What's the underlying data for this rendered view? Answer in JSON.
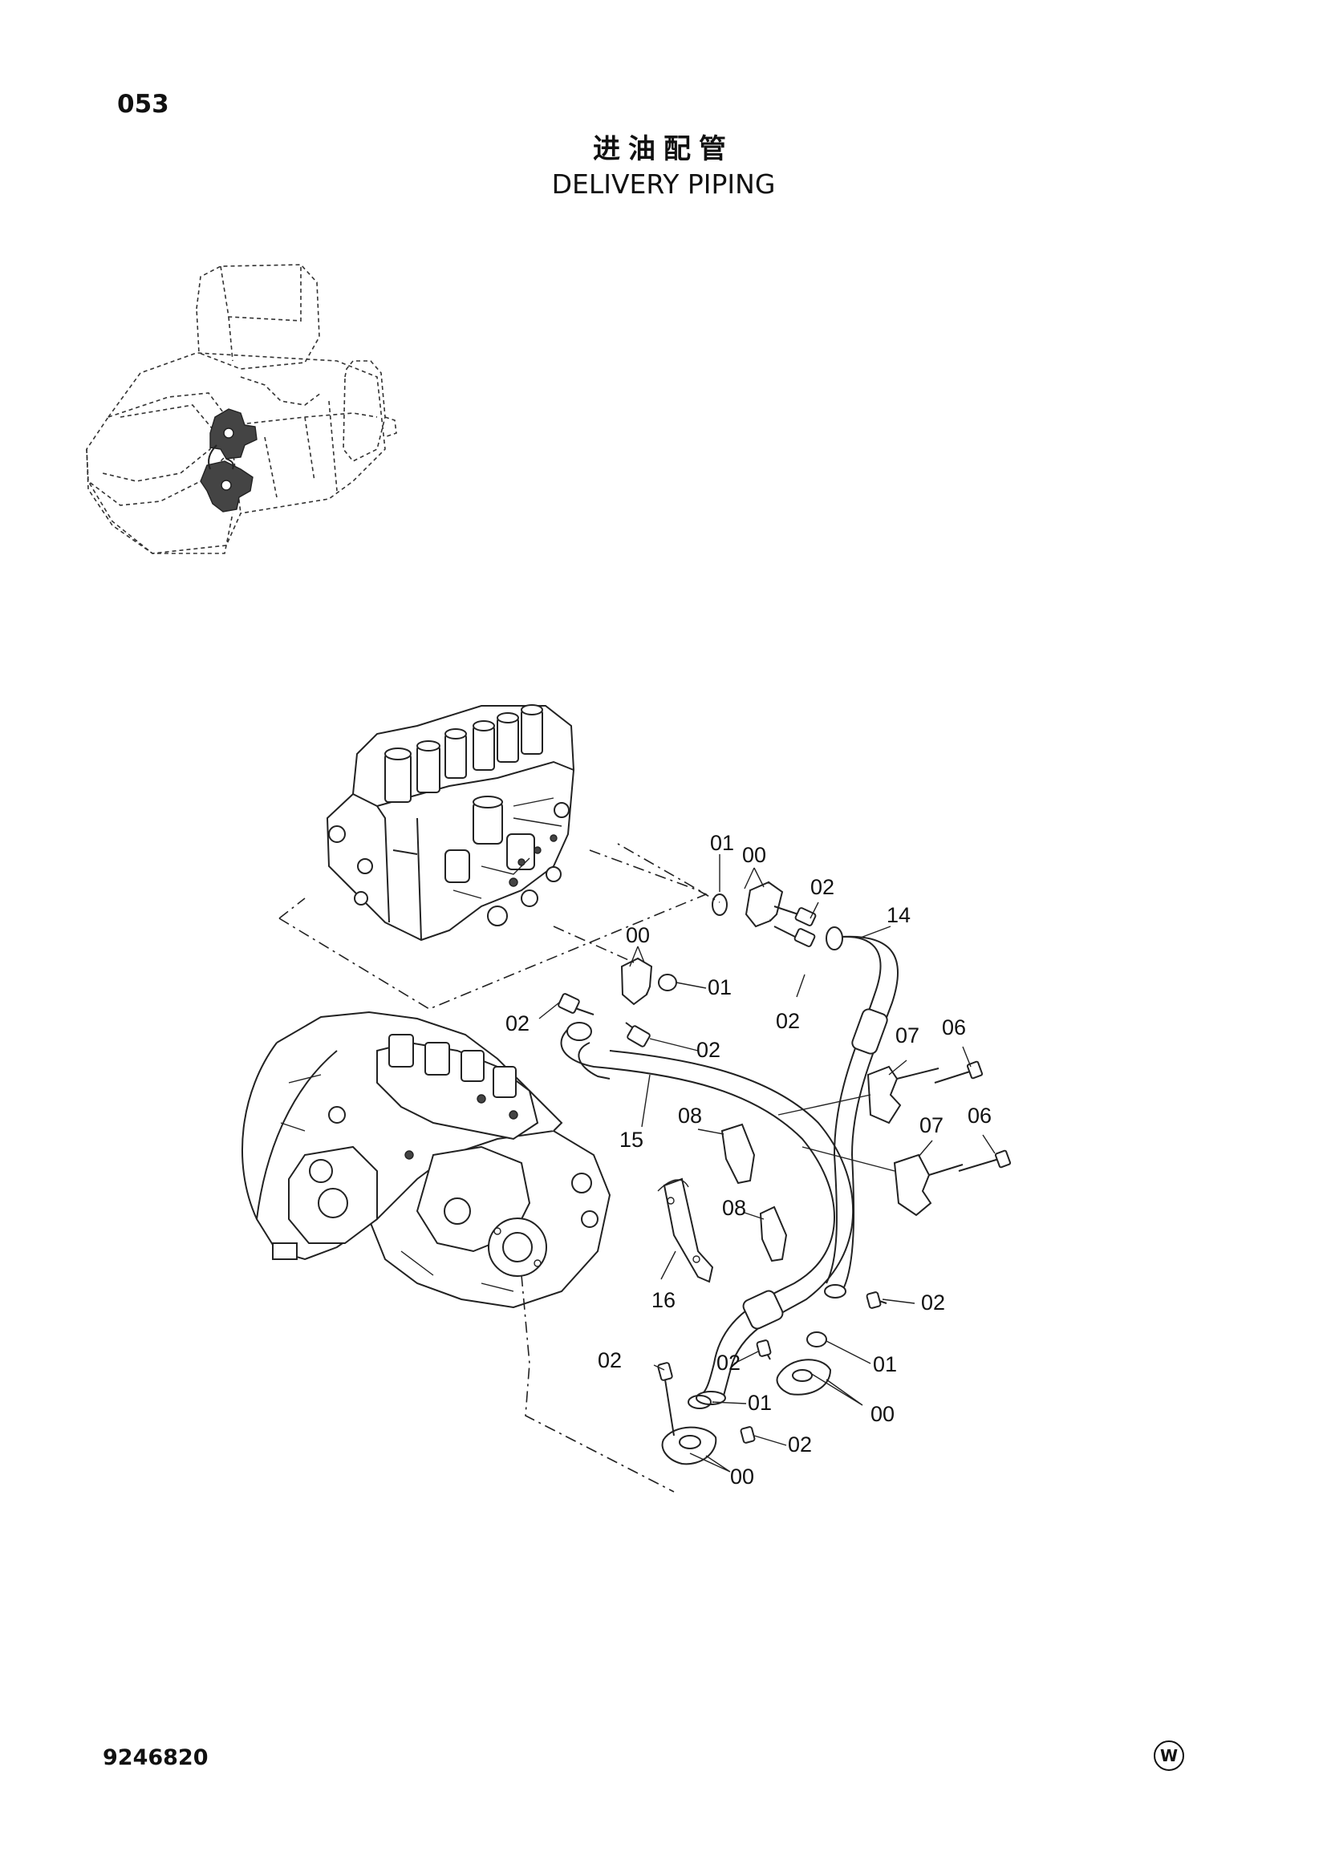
{
  "page": {
    "page_number": "053",
    "title_cn": "进油配管",
    "title_en": "DELIVERY PIPING",
    "document_number": "9246820",
    "mark": "W"
  },
  "callouts": {
    "c01a": "01",
    "c00a": "00",
    "c02a": "02",
    "c14": "14",
    "c00b": "00",
    "c01b": "01",
    "c02b": "02",
    "c02c": "02",
    "c02d": "02",
    "c07a": "07",
    "c06a": "06",
    "c07b": "07",
    "c06b": "06",
    "c15": "15",
    "c08a": "08",
    "c08b": "08",
    "c16": "16",
    "c02e": "02",
    "c01c": "01",
    "c00c": "00",
    "c02f": "02",
    "c02g": "02",
    "c01d": "01",
    "c02h": "02",
    "c00d": "00"
  }
}
